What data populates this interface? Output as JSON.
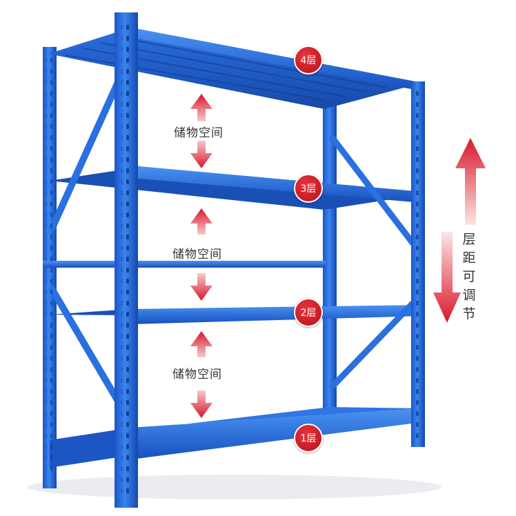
{
  "shelf_levels": [
    {
      "label": "4层"
    },
    {
      "label": "3层"
    },
    {
      "label": "2层"
    },
    {
      "label": "1层"
    }
  ],
  "storage_label": "储物空间",
  "side_note_chars": [
    "层",
    "距",
    "可",
    "调",
    "节"
  ],
  "colors": {
    "rack_blue": "#1f5fd6",
    "rack_dark": "#0f3f9e",
    "rack_light": "#3c86ee",
    "arrow_red": "#d8172a",
    "badge_red": "#c8121c"
  },
  "icons": {
    "up_arrow": "arrow-up-icon",
    "down_arrow": "arrow-down-icon"
  }
}
